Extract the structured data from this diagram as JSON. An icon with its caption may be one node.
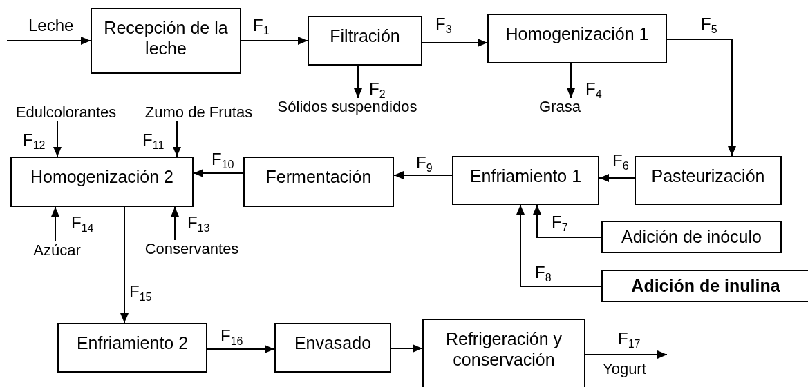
{
  "diagram": {
    "nodes": [
      {
        "text": [
          "Recepción de la leche"
        ]
      },
      {
        "text": [
          "Filtración"
        ]
      },
      {
        "text": [
          "Homogenización 1"
        ]
      },
      {
        "text": [
          "Sólidos suspendidos"
        ]
      },
      {
        "text": [
          "Grasa"
        ]
      },
      {
        "text": [
          "Edulcolorantes"
        ]
      },
      {
        "text": [
          "Zumo de Frutas"
        ]
      },
      {
        "text": [
          "Homogenización 2"
        ]
      },
      {
        "text": [
          "Fermentación"
        ]
      },
      {
        "text": [
          "Enfriamiento 1"
        ]
      },
      {
        "text": [
          "Pasteurización"
        ]
      },
      {
        "text": [
          "Azúcar"
        ]
      },
      {
        "text": [
          "Conservantes"
        ]
      },
      {
        "text": [
          "Adición de inóculo"
        ]
      },
      {
        "text": [
          "Adición de inulina"
        ]
      },
      {
        "text": [
          "Enfriamiento 2"
        ]
      },
      {
        "text": [
          "Envasado"
        ]
      },
      {
        "text": [
          "Refrigeración y conservación"
        ]
      }
    ],
    "edges": [
      {
        "from": null,
        "to": 0,
        "arrow": "to",
        "label": "Leche"
      },
      {
        "from": 0,
        "to": 1,
        "arrow": "to",
        "label": "F$_{1}$"
      },
      {
        "from": 1,
        "to": 2,
        "arrow": "to",
        "label": "F$_{3}$"
      },
      {
        "from": 1,
        "to": 3,
        "arrow": "to",
        "label": "F$_{2}$"
      },
      {
        "from": 2,
        "to": 4,
        "arrow": "to",
        "label": "F$_{4}$"
      },
      {
        "from": 2,
        "to": 10,
        "arrow": "to",
        "label": "F$_{5}$"
      },
      {
        "from": 10,
        "to": 9,
        "arrow": "to",
        "label": "F$_{6}$"
      },
      {
        "from": 13,
        "to": 9,
        "arrow": "to",
        "label": "F$_{7}$"
      },
      {
        "from": 14,
        "to": 9,
        "arrow": "to",
        "label": "F$_{8}$"
      },
      {
        "from": 9,
        "to": 8,
        "arrow": "to",
        "label": "F$_{9}$"
      },
      {
        "from": 8,
        "to": 7,
        "arrow": "to",
        "label": "F$_{10}$"
      },
      {
        "from": 6,
        "to": 7,
        "arrow": "to",
        "label": "F$_{11}$"
      },
      {
        "from": 5,
        "to": 7,
        "arrow": "to",
        "label": "F$_{12}$"
      },
      {
        "from": 12,
        "to": 7,
        "arrow": "to",
        "label": "F$_{13}$"
      },
      {
        "from": 11,
        "to": 7,
        "arrow": "to",
        "label": "F$_{14}$"
      },
      {
        "from": 7,
        "to": 15,
        "arrow": "to",
        "label": "F$_{15}$"
      },
      {
        "from": 15,
        "to": 16,
        "arrow": "to",
        "label": "F$_{16}$"
      },
      {
        "from": 16,
        "to": 17,
        "arrow": "to"
      },
      {
        "from": 17,
        "to": null,
        "arrow": "to",
        "label": "F$_{17}$"
      }
    ],
    "labels": [
      "Yogurt"
    ]
  }
}
